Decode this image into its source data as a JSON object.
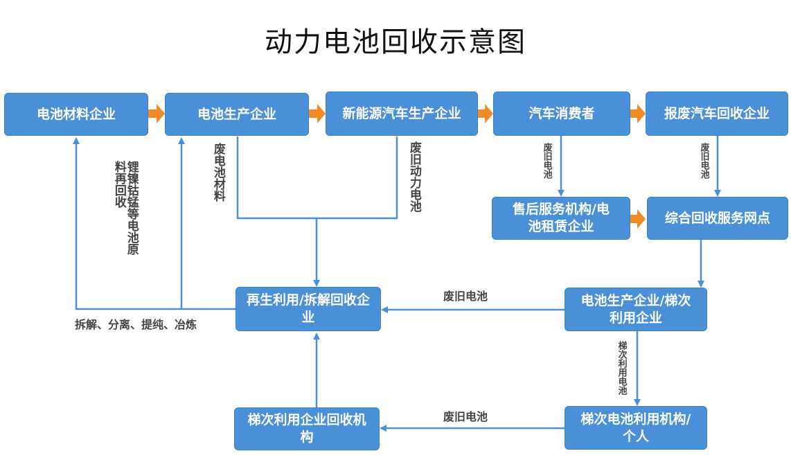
{
  "title": "动力电池回收示意图",
  "nodes": {
    "battery_material": "电池材料企业",
    "battery_production": "电池生产企业",
    "nev_production": "新能源汽车生产企业",
    "car_consumer": "汽车消费者",
    "scrap_car_recycling": "报废汽车回收企业",
    "after_sales": "售后服务机构/电池租赁企业",
    "recycling_network": "综合回收服务网点",
    "regeneration": "再生利用/拆解回收企业",
    "battery_cascade_company": "电池生产企业/梯次利用企业",
    "cascade_recycling": "梯次利用企业回收机构",
    "cascade_user": "梯次电池利用机构/个人"
  },
  "labels": {
    "raw_material_recycling": "锂镍钴锰等电池原料再回收",
    "waste_material": "废电池材料",
    "waste_power_battery": "废旧动力电池",
    "waste_battery_consumer": "废旧电池",
    "waste_battery_scrap": "废旧电池",
    "dismantle_process": "拆解、分离、提纯、冶炼",
    "waste_battery_to_regen": "废旧电池",
    "waste_battery_cascade": "废旧电池",
    "cascade_battery": "梯次利用电池"
  },
  "colors": {
    "node_fill": "#4a90d9",
    "line": "#4a90d9",
    "orange_arrow": "#f08a24",
    "text_label": "#444444"
  }
}
